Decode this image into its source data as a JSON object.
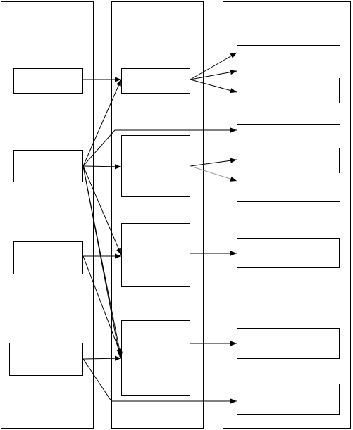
{
  "diagram": {
    "columns": [
      {
        "id": "left-column",
        "boxes": [
          "left-box-1",
          "left-box-2",
          "left-box-3",
          "left-box-4"
        ]
      },
      {
        "id": "middle-column",
        "boxes": [
          "middle-box-1",
          "middle-box-2",
          "middle-box-3",
          "middle-box-4"
        ]
      },
      {
        "id": "right-column",
        "boxes": [
          "right-box-1",
          "right-box-2",
          "right-box-3",
          "right-box-4",
          "right-box-5"
        ]
      }
    ],
    "edges": [
      {
        "from": "left-box-1",
        "to": "middle-box-1"
      },
      {
        "from": "left-box-2",
        "to": "middle-box-1"
      },
      {
        "from": "left-box-2",
        "to": "right-box-2"
      },
      {
        "from": "left-box-2",
        "to": "middle-box-2"
      },
      {
        "from": "left-box-2",
        "to": "middle-box-3"
      },
      {
        "from": "left-box-2",
        "to": "middle-box-4"
      },
      {
        "from": "left-box-3",
        "to": "middle-box-3"
      },
      {
        "from": "left-box-3",
        "to": "middle-box-4"
      },
      {
        "from": "left-box-4",
        "to": "middle-box-4"
      },
      {
        "from": "left-box-4",
        "to": "right-box-5"
      },
      {
        "from": "middle-box-1",
        "to": "right-box-1"
      },
      {
        "from": "middle-box-1",
        "to": "right-box-1"
      },
      {
        "from": "middle-box-1",
        "to": "right-box-1"
      },
      {
        "from": "middle-box-2",
        "to": "right-box-2"
      },
      {
        "from": "middle-box-2",
        "to": "right-box-2"
      },
      {
        "from": "middle-box-3",
        "to": "right-box-3"
      },
      {
        "from": "middle-box-4",
        "to": "right-box-4"
      }
    ]
  }
}
